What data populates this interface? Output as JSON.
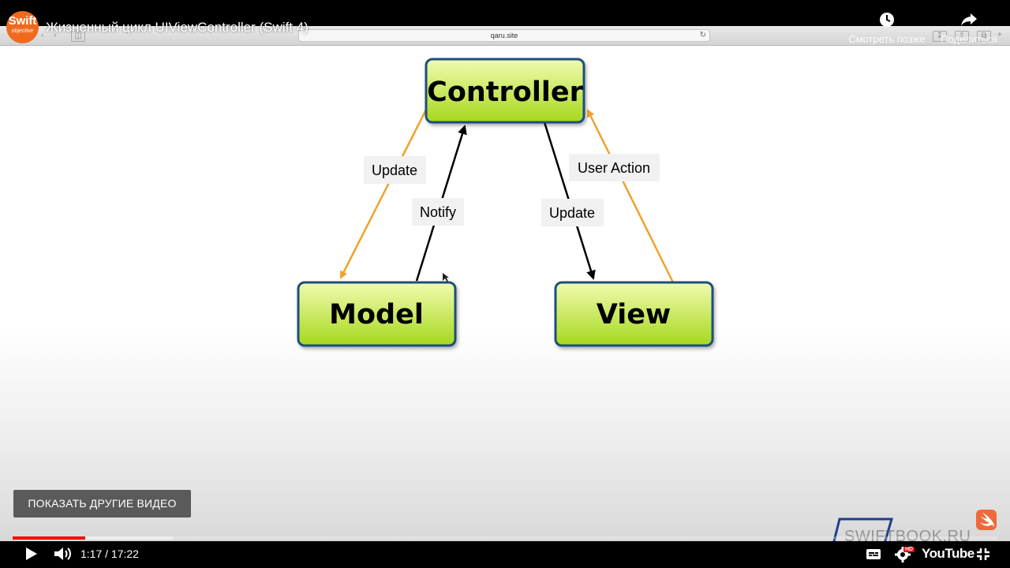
{
  "player": {
    "channel_logo_text": "Swift",
    "channel_logo_sub": "objective",
    "video_title": "Жизненный цикл UIViewController (Swift 4)",
    "watch_later_label": "Смотреть позже",
    "share_label": "Поделиться",
    "more_videos_label": "ПОКАЗАТЬ ДРУГИЕ ВИДЕО",
    "time_current": "1:17",
    "time_separator": "/",
    "time_total": "17:22",
    "progress_fraction": 0.074,
    "buffer_fraction": 0.163,
    "hd_badge": "HD",
    "youtube_logo": "YouTube",
    "watermark": "SWIFTBOOK.RU",
    "icons": [
      "clock-icon",
      "share-icon",
      "play-icon",
      "volume-icon",
      "subtitles-icon",
      "settings-icon",
      "fullscreen-exit-icon"
    ]
  },
  "browser": {
    "url": "qaru.site"
  },
  "diagram": {
    "nodes": {
      "controller": "Controller",
      "model": "Model",
      "view": "View"
    },
    "edges": {
      "controller_to_model": "Update",
      "model_to_controller": "Notify",
      "controller_to_view": "Update",
      "view_to_controller": "User Action"
    },
    "colors": {
      "box_top": "#f1fbb0",
      "box_bottom": "#a6d81c",
      "box_border": "#1e4f7b",
      "arrow_orange": "#f0a22a",
      "arrow_black": "#000000"
    }
  }
}
